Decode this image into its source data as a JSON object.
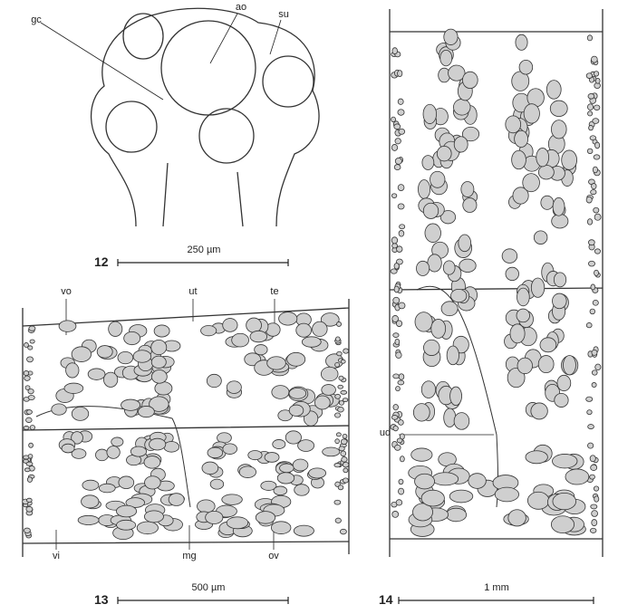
{
  "figures": [
    {
      "number": "12",
      "scale": "250 µm",
      "labels": {
        "ao": "ao",
        "gc": "gc",
        "su": "su"
      }
    },
    {
      "number": "13",
      "scale": "500 µm",
      "labels": {
        "vo": "vo",
        "ut": "ut",
        "te": "te",
        "vi": "vi",
        "mg": "mg",
        "ov": "ov"
      }
    },
    {
      "number": "14",
      "scale": "1 mm",
      "labels": {
        "ud": "ud"
      }
    }
  ]
}
